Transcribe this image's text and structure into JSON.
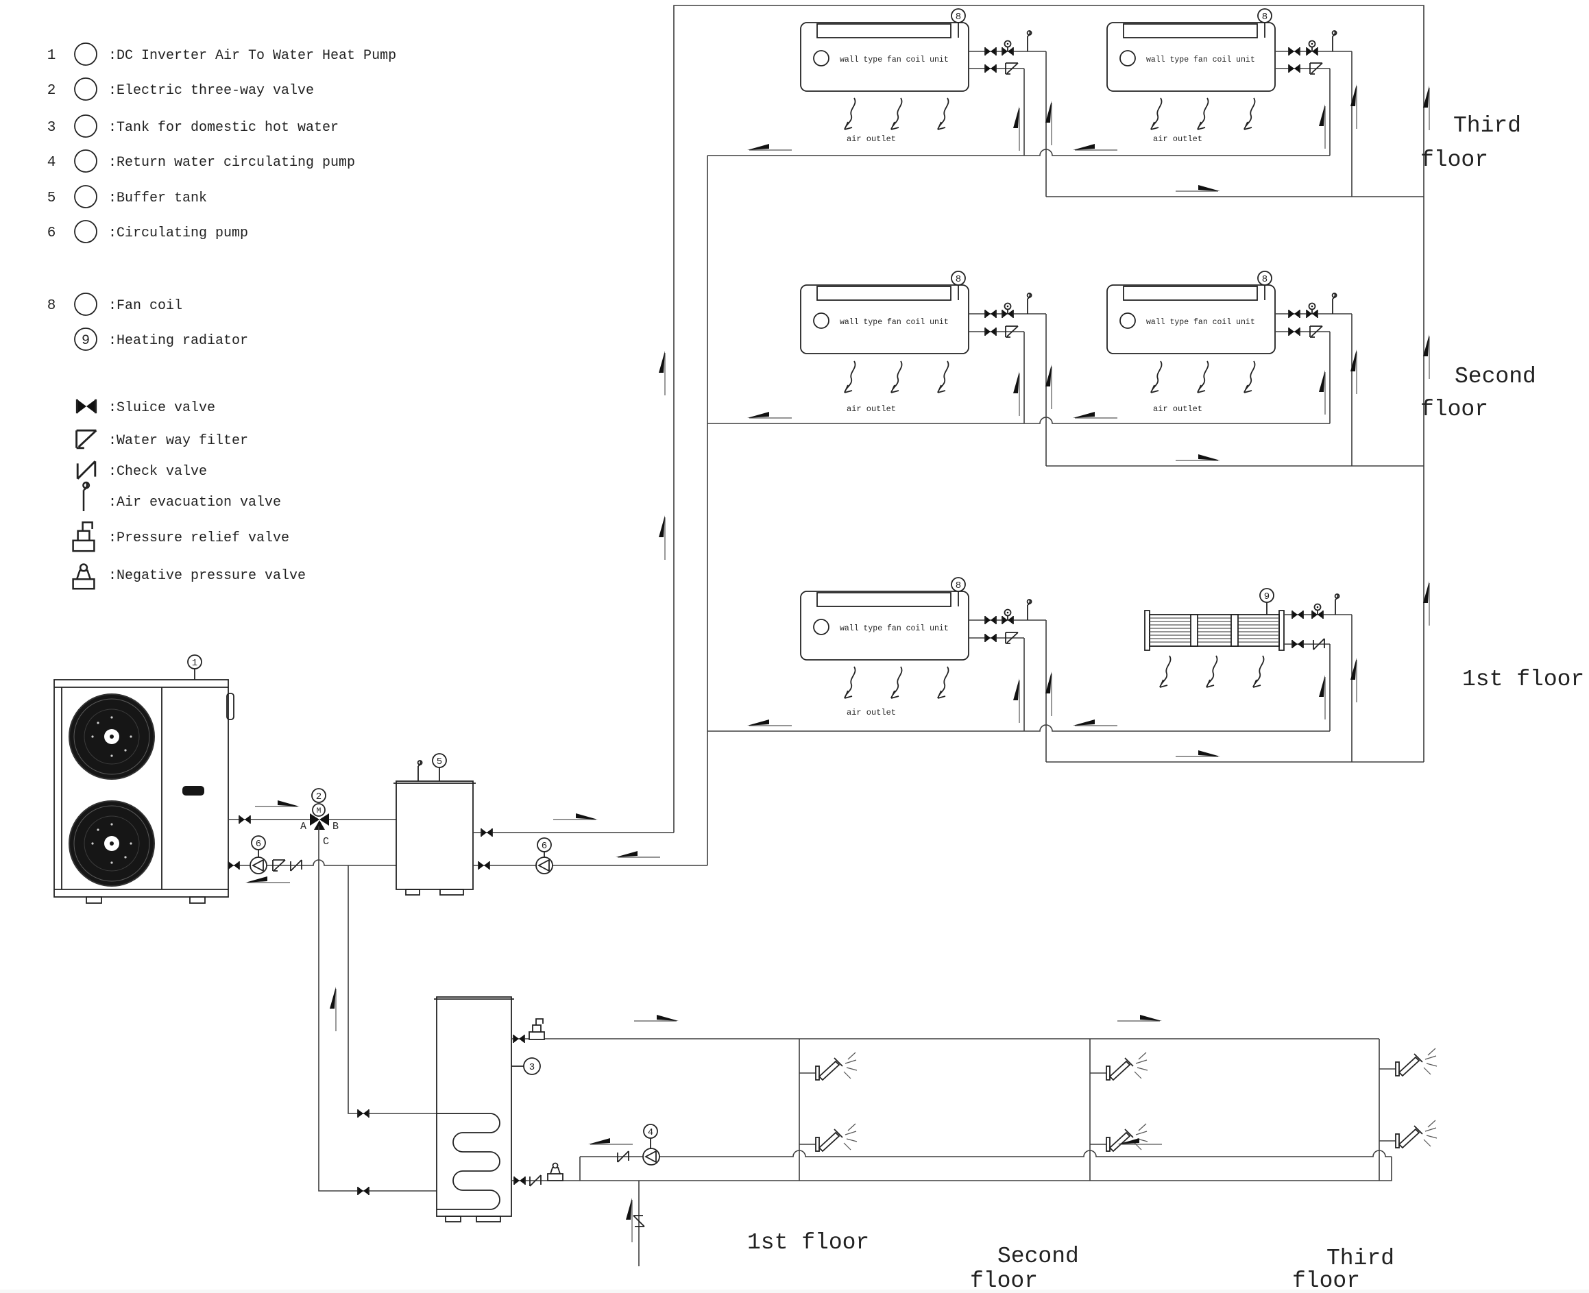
{
  "colors": {
    "ink": "#222222",
    "pipe": "#3d3d3d",
    "background": "#ffffff"
  },
  "legend": {
    "items": [
      {
        "num": "1",
        "label": ":DC Inverter Air To Water Heat Pump"
      },
      {
        "num": "2",
        "label": ":Electric three-way valve"
      },
      {
        "num": "3",
        "label": ":Tank for domestic hot water"
      },
      {
        "num": "4",
        "label": ":Return water circulating pump"
      },
      {
        "num": "5",
        "label": ":Buffer tank"
      },
      {
        "num": "6",
        "label": ":Circulating pump"
      },
      {
        "num": "8",
        "label": ":Fan coil"
      },
      {
        "num": "9",
        "label": ":Heating radiator"
      }
    ],
    "symbols": [
      {
        "name": "sluice-valve",
        "label": ":Sluice valve"
      },
      {
        "name": "water-way-filter",
        "label": ":Water way filter"
      },
      {
        "name": "check-valve",
        "label": ":Check valve"
      },
      {
        "name": "air-evacuation-valve",
        "label": ":Air evacuation valve"
      },
      {
        "name": "pressure-relief-valve",
        "label": ":Pressure relief valve"
      },
      {
        "name": "negative-pressure-valve",
        "label": ":Negative pressure valve"
      }
    ]
  },
  "labels": {
    "fan_coil_unit": "wall type fan coil unit",
    "air_outlet": "air outlet"
  },
  "tags": {
    "heat_pump": "1",
    "three_way_valve": "2",
    "dhw_tank": "3",
    "return_pump": "4",
    "buffer_tank": "5",
    "circulating_pump": "6",
    "fan_coil": "8",
    "radiator": "9",
    "motor": "M",
    "port_a": "A",
    "port_b": "B",
    "port_c": "C"
  },
  "floor_labels": {
    "right": [
      {
        "l1": "Third",
        "l2": "floor"
      },
      {
        "l1": "Second",
        "l2": "floor"
      },
      {
        "l1": "1st floor",
        "l2": ""
      }
    ],
    "bottom": [
      {
        "l1": "1st floor",
        "l2": ""
      },
      {
        "l1": "Second",
        "l2": "floor"
      },
      {
        "l1": "Third",
        "l2": "floor"
      }
    ]
  }
}
